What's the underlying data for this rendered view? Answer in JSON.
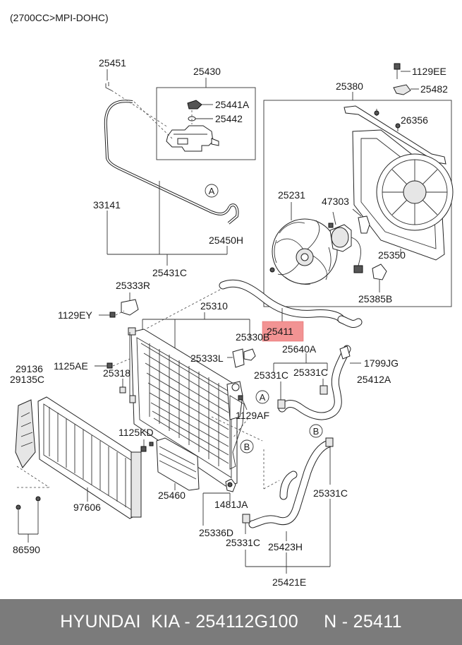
{
  "header": {
    "engine": "(2700CC>MPI-DOHC)"
  },
  "labels": {
    "l25451": "25451",
    "l25430": "25430",
    "l25441A": "25441A",
    "l25442": "25442",
    "l33141": "33141",
    "l25450H": "25450H",
    "l25431C": "25431C",
    "l1129EE": "1129EE",
    "l25482": "25482",
    "l25380": "25380",
    "l26356": "26356",
    "l25231": "25231",
    "l47303": "47303",
    "l25350": "25350",
    "l25385B": "25385B",
    "l25333R": "25333R",
    "l1129EY": "1129EY",
    "l25310": "25310",
    "l25411": "25411",
    "l25330B": "25330B",
    "l25640A": "25640A",
    "l1799JG": "1799JG",
    "l25333L": "25333L",
    "l25331C_a": "25331C",
    "l25331C_b": "25331C",
    "l25412A": "25412A",
    "l1125AE": "1125AE",
    "l25318": "25318",
    "l29136": "29136",
    "l29135C": "29135C",
    "l1129AF": "1129AF",
    "l1125KD": "1125KD",
    "l25460": "25460",
    "l97606": "97606",
    "l1481JA": "1481JA",
    "l25331C_c": "25331C",
    "l25336D": "25336D",
    "l25331C_d": "25331C",
    "l25423H": "25423H",
    "l25421E": "25421E",
    "l86590": "86590"
  },
  "callouts": {
    "a1": "A",
    "a2": "A",
    "b1": "B",
    "b2": "B"
  },
  "highlight": {
    "color": "#f08080",
    "part": "25411"
  },
  "footer": {
    "text": "HYUNDAI  KIA - 254112G100     N - 25411"
  }
}
